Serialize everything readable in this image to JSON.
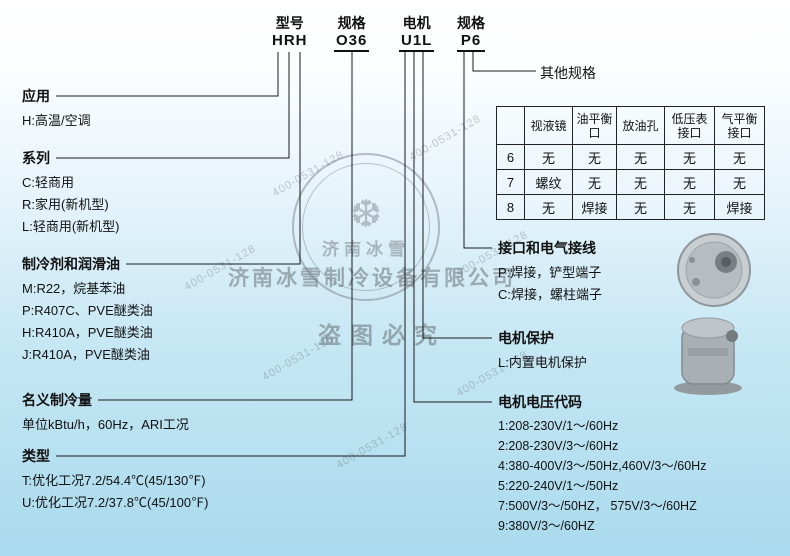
{
  "model_code": {
    "groups": [
      {
        "label": "型号",
        "code": "HRH"
      },
      {
        "label": "规格",
        "code": "O36"
      },
      {
        "label": "电机",
        "code": "U1L"
      },
      {
        "label": "规格",
        "code": "P6"
      }
    ],
    "other_spec_label": "其他规格"
  },
  "sections": {
    "application": {
      "title": "应用",
      "items": [
        "H:高温/空调"
      ]
    },
    "series": {
      "title": "系列",
      "items": [
        "C:轻商用",
        "R:家用(新机型)",
        "L:轻商用(新机型)"
      ]
    },
    "refrigerant": {
      "title": "制冷剂和润滑油",
      "items": [
        "M:R22，烷基苯油",
        "P:R407C、PVE醚类油",
        "H:R410A，PVE醚类油",
        "J:R410A，PVE醚类油"
      ]
    },
    "capacity": {
      "title": "名义制冷量",
      "items": [
        "单位kBtu/h，60Hz，ARI工况"
      ]
    },
    "type": {
      "title": "类型",
      "items": [
        "T:优化工况7.2/54.4℃(45/130℉)",
        "U:优化工况7.2/37.8℃(45/100℉)"
      ]
    },
    "connection": {
      "title": "接口和电气接线",
      "items": [
        "P:焊接，铲型端子",
        "C:焊接，螺柱端子"
      ]
    },
    "protection": {
      "title": "电机保护",
      "items": [
        "L:内置电机保护"
      ]
    },
    "voltage": {
      "title": "电机电压代码",
      "items": [
        "1:208-230V/1～/60Hz",
        "2:208-230V/3～/60Hz",
        "4:380-400V/3～/50Hz,460V/3～/60Hz",
        "5:220-240V/1～/50Hz",
        "7:500V/3～/50HZ， 575V/3～/60HZ",
        "9:380V/3～/60HZ"
      ]
    }
  },
  "spec_table": {
    "headers": [
      "",
      "视液镜",
      "油平衡口",
      "放油孔",
      "低压表接口",
      "气平衡接口"
    ],
    "rows": [
      {
        "code": "6",
        "cells": [
          "无",
          "无",
          "无",
          "无",
          "无"
        ]
      },
      {
        "code": "7",
        "cells": [
          "螺纹",
          "无",
          "无",
          "无",
          "无"
        ]
      },
      {
        "code": "8",
        "cells": [
          "无",
          "焊接",
          "无",
          "无",
          "焊接"
        ]
      }
    ]
  },
  "watermark": {
    "company": "济南冰雪制冷设备有限公司",
    "warning": "盗图必究",
    "phone": "400-0531-128",
    "stamp_text": "济南冰雪"
  },
  "colors": {
    "line": "#1a1a1a",
    "background_bottom": "#a9daed"
  }
}
